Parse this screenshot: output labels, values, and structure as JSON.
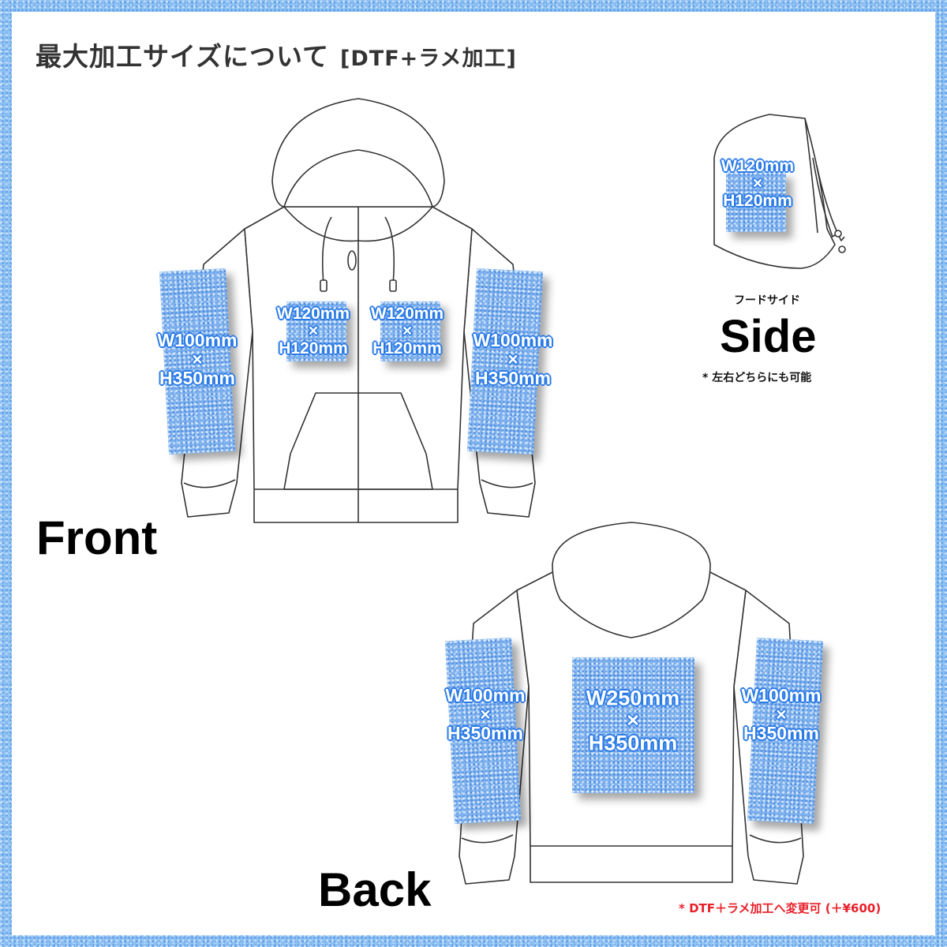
{
  "header": {
    "title": "最大加工サイズについて",
    "subtitle": "[DTF+ラメ加工]"
  },
  "views": {
    "front": "Front",
    "back": "Back",
    "side": "Side",
    "side_caption": "フードサイド",
    "side_note": "* 左右どちらにも可能"
  },
  "areas": {
    "front_left_sleeve": {
      "w": "W100mm",
      "x": "×",
      "h": "H350mm"
    },
    "front_left_chest": {
      "w": "W120mm",
      "x": "×",
      "h": "H120mm"
    },
    "front_right_chest": {
      "w": "W120mm",
      "x": "×",
      "h": "H120mm"
    },
    "front_right_sleeve": {
      "w": "W100mm",
      "x": "×",
      "h": "H350mm"
    },
    "hood_side": {
      "w": "W120mm",
      "x": "×",
      "h": "H120mm"
    },
    "back_left_sleeve": {
      "w": "W100mm",
      "x": "×",
      "h": "H350mm"
    },
    "back_center": {
      "w": "W250mm",
      "x": "×",
      "h": "H350mm"
    },
    "back_right_sleeve": {
      "w": "W100mm",
      "x": "×",
      "h": "H350mm"
    }
  },
  "footer": {
    "note": "* DTF＋ラメ加工へ変更可 (＋¥600)"
  },
  "colors": {
    "glitter": "#7fb3ee",
    "label_outline": "#2b7be6",
    "note_red": "#e8202a"
  }
}
